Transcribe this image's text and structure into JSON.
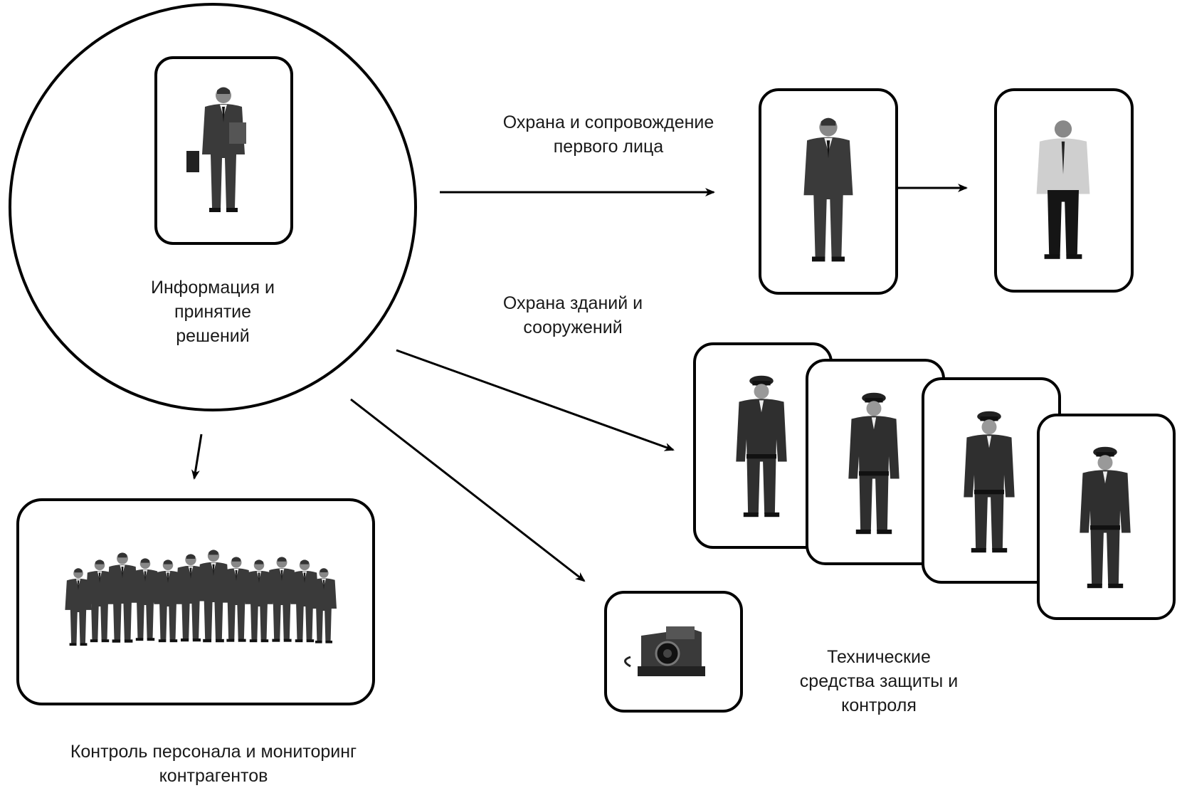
{
  "center": {
    "label_lines": [
      "Информация и",
      "принятие",
      "решений"
    ],
    "figure": "businessman-with-briefcase-photo"
  },
  "branches": {
    "vip": {
      "label_lines": [
        "Охрана и сопровождение",
        "первого лица"
      ],
      "figures": [
        "bodyguard-in-suit-photo",
        "protected-person-photo"
      ]
    },
    "buildings": {
      "label_lines": [
        "Охрана зданий и",
        "сооружений"
      ],
      "figures": [
        "security-guard-photo",
        "security-guard-photo",
        "security-guard-photo",
        "security-guard-photo"
      ]
    },
    "technical": {
      "label_lines": [
        "Технические",
        "средства защиты и",
        "контроля"
      ],
      "figure": "instant-camera-photo"
    },
    "personnel": {
      "label_lines": [
        "Контроль персонала и мониторинг",
        "контрагентов"
      ],
      "figure": "business-team-group-photo"
    }
  },
  "colors": {
    "stroke": "#000000",
    "suit": "#3a3a3a",
    "uniform": "#2f2f2f",
    "background": "#ffffff"
  }
}
